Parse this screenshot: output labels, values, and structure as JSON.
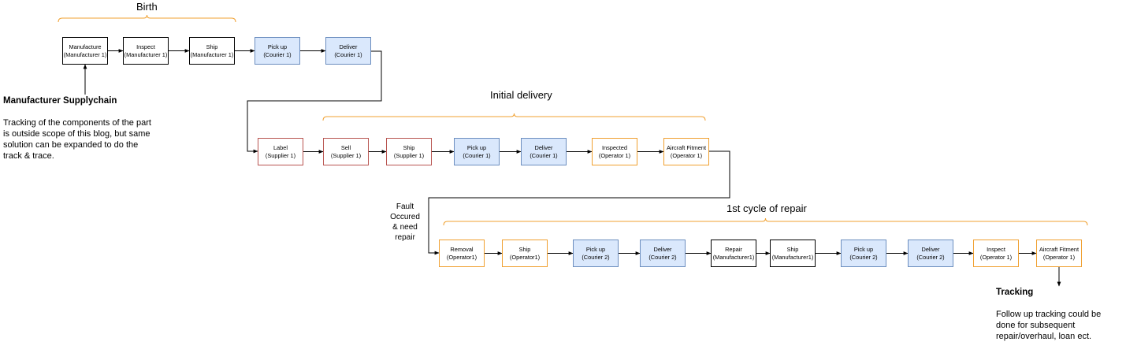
{
  "colors": {
    "black": "#000000",
    "courier_fill": "#dae8fc",
    "courier_border": "#6c8ebf",
    "supplier_border": "#b85450",
    "operator_border": "#f0a030",
    "brace": "#f0a030"
  },
  "phases": {
    "birth": "Birth",
    "initial_delivery": "Initial delivery",
    "repair_cycle": "1st cycle of repair"
  },
  "row1": [
    {
      "label": "Manufacture\n(Manufacturer 1)",
      "style": "black"
    },
    {
      "label": "Inspect\n(Manufacturer 1)",
      "style": "black"
    },
    {
      "label": "Ship\n(Manufacturer 1)",
      "style": "black"
    },
    {
      "label": "Pick up\n(Courier 1)",
      "style": "blue"
    },
    {
      "label": "Deliver\n(Courier 1)",
      "style": "blue"
    }
  ],
  "row2": [
    {
      "label": "Label\n(Supplier 1)",
      "style": "red"
    },
    {
      "label": "Sell\n(Supplier 1)",
      "style": "red"
    },
    {
      "label": "Ship\n(Supplier 1)",
      "style": "red"
    },
    {
      "label": "Pick up\n(Courier 1)",
      "style": "blue"
    },
    {
      "label": "Deliver\n(Courier 1)",
      "style": "blue"
    },
    {
      "label": "Inspected\n(Operator 1)",
      "style": "orange"
    },
    {
      "label": "Aircraft Fitment\n(Operator 1)",
      "style": "orange"
    }
  ],
  "row3": [
    {
      "label": "Removal\n(Operator1)",
      "style": "orange"
    },
    {
      "label": "Ship\n(Operator1)",
      "style": "orange"
    },
    {
      "label": "Pick up\n(Courier 2)",
      "style": "blue"
    },
    {
      "label": "Deliver\n(Courier 2)",
      "style": "blue"
    },
    {
      "label": "Repair\n(Manufacturer1)",
      "style": "black"
    },
    {
      "label": "Ship\n(Manufacturer1)",
      "style": "black"
    },
    {
      "label": "Pick up\n(Courier 2)",
      "style": "blue"
    },
    {
      "label": "Deliver\n(Courier 2)",
      "style": "blue"
    },
    {
      "label": "Inspect\n(Operator 1)",
      "style": "orange"
    },
    {
      "label": "Aircraft Fitment\n(Operator 1)",
      "style": "orange"
    }
  ],
  "notes": {
    "supplychain_heading": "Manufacturer Supplychain",
    "supplychain_body": "Tracking of the components of the part\nis outside scope of this blog, but same\nsolution can be expanded to do the\ntrack & trace.",
    "fault": "Fault\nOccured\n& need\nrepair",
    "tracking_heading": "Tracking",
    "tracking_body": "Follow up tracking could be\ndone for subsequent\nrepair/overhaul, loan ect."
  }
}
